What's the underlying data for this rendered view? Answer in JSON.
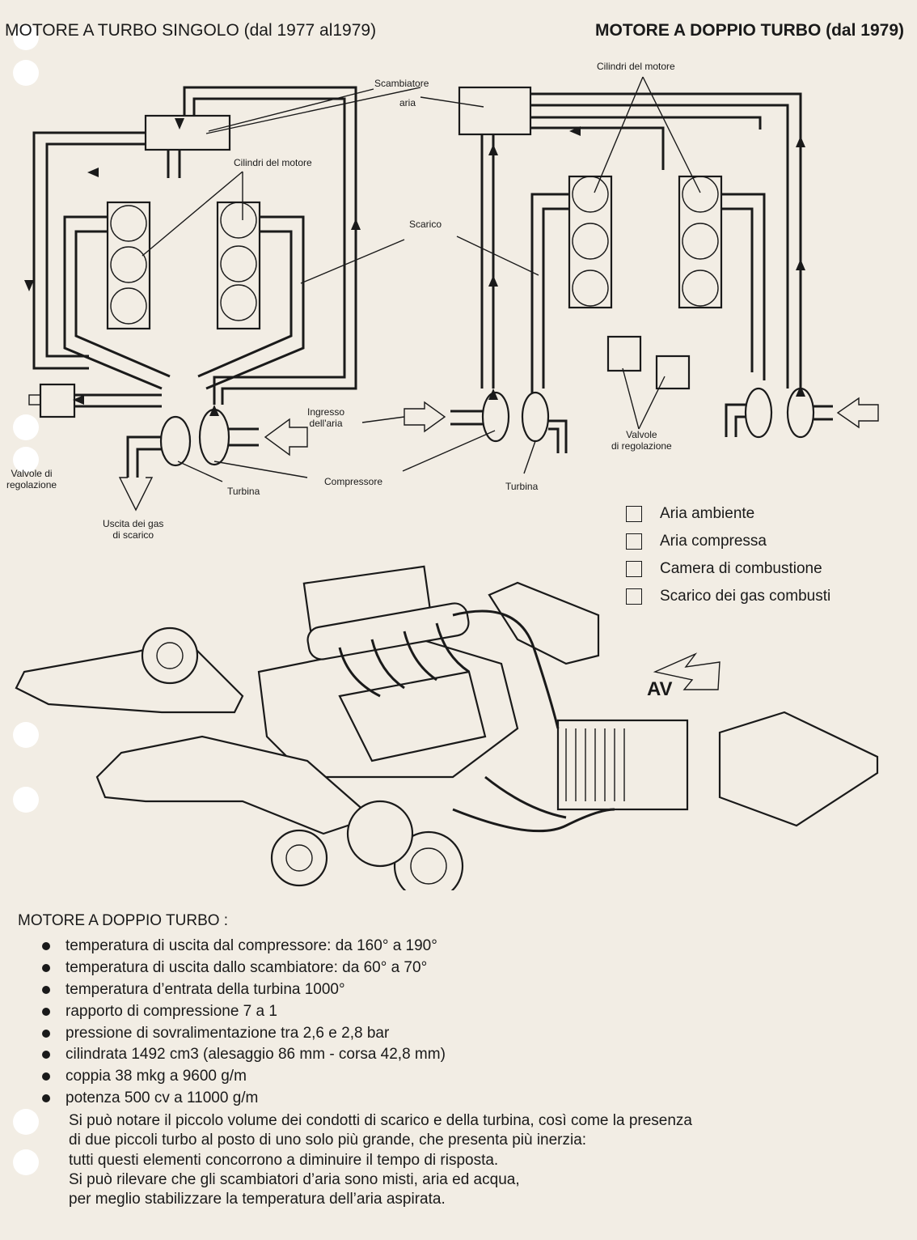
{
  "titles": {
    "left": "MOTORE A TURBO SINGOLO (dal 1977 al1979)",
    "right": "MOTORE A DOPPIO TURBO (dal 1979)"
  },
  "single_turbo": {
    "scambiatore": "Scambiatore",
    "aria": "aria",
    "cilindri": "Cilindri del motore",
    "scarico": "Scarico",
    "ingresso_line1": "Ingresso",
    "ingresso_line2": "dell'aria",
    "valvole_line1": "Valvole di",
    "valvole_line2": "regolazione",
    "compressore": "Compressore",
    "turbina": "Turbina",
    "uscita_line1": "Uscita dei gas",
    "uscita_line2": "di scarico"
  },
  "twin_turbo": {
    "cilindri": "Cilindri del motore",
    "valvole_line1": "Valvole",
    "valvole_line2": "di regolazione",
    "turbina": "Turbina"
  },
  "legend": [
    "Aria ambiente",
    "Aria compressa",
    "Camera di combustione",
    "Scarico dei gas combusti"
  ],
  "direction_label": "AV",
  "specs": {
    "title": "MOTORE A DOPPIO TURBO :",
    "items": [
      "temperatura di uscita dal compressore: da 160° a 190°",
      "temperatura di uscita dallo scambiatore: da 60° a 70°",
      "temperatura d’entrata della turbina 1000°",
      "rapporto di compressione 7 a 1",
      "pressione di sovralimentazione tra 2,6 e 2,8 bar",
      "cilindrata 1492 cm3 (alesaggio 86 mm - corsa 42,8 mm)",
      "coppia 38 mkg a 9600 g/m",
      "potenza 500 cv a 11000 g/m"
    ]
  },
  "paragraph": [
    "Si può notare il piccolo volume dei condotti di scarico e della turbina, così come la presenza",
    "di due piccoli turbo al posto di uno solo più grande, che presenta più inerzia:",
    "tutti questi elementi concorrono a diminuire il tempo di risposta.",
    "Si può rilevare che gli scambiatori d’aria sono misti, aria ed acqua,",
    "per meglio stabilizzare la temperatura dell’aria aspirata."
  ]
}
